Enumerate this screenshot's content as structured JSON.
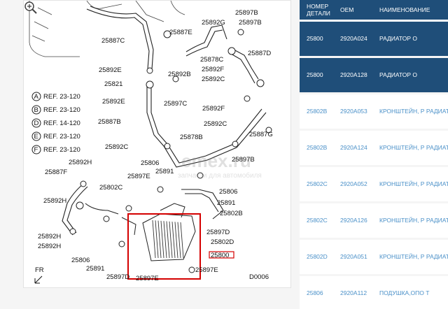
{
  "diagram": {
    "part_labels": [
      "25887C",
      "25897B",
      "25892G",
      "25897B",
      "25887E",
      "25887D",
      "25878C",
      "25892B",
      "25892F",
      "25892E",
      "25892C",
      "25821",
      "25897C",
      "25892E",
      "25892F",
      "25887B",
      "25892C",
      "25887G",
      "25878B",
      "25892C",
      "25897B",
      "25806",
      "25892H",
      "25891",
      "25887F",
      "25897E",
      "25802C",
      "25892H",
      "25806",
      "25891",
      "25802B",
      "25892H",
      "25892H",
      "25897D",
      "25802D",
      "25800",
      "25806",
      "25891",
      "25897E",
      "25897D",
      "25897E"
    ],
    "references": [
      {
        "letter": "A",
        "text": "REF. 23-120"
      },
      {
        "letter": "B",
        "text": "REF. 23-120"
      },
      {
        "letter": "D",
        "text": "REF. 14-120"
      },
      {
        "letter": "E",
        "text": "REF. 23-120"
      },
      {
        "letter": "F",
        "text": "REF. 23-120"
      }
    ],
    "front_label": "FR",
    "diagram_code": "D0006",
    "watermark": "emex.ru",
    "watermark_sub": "запчасти для автомобиля",
    "highlight_color": "#d40000"
  },
  "table": {
    "headers": [
      "НОМЕР ДЕТАЛИ",
      "OEM",
      "НАИМЕНОВАНИЕ"
    ],
    "rows": [
      {
        "number": "25800",
        "oem": "2920A024",
        "name": "РАДИАТОР О",
        "highlight": true
      },
      {
        "number": "25800",
        "oem": "2920A128",
        "name": "РАДИАТОР О",
        "highlight": true
      },
      {
        "number": "25802B",
        "oem": "2920A053",
        "name": "КРОНШТЕЙН, Р РАДИАТ",
        "highlight": false
      },
      {
        "number": "25802B",
        "oem": "2920A124",
        "name": "КРОНШТЕЙН, Р РАДИАТ",
        "highlight": false
      },
      {
        "number": "25802C",
        "oem": "2920A052",
        "name": "КРОНШТЕЙН, Р РАДИАТ",
        "highlight": false
      },
      {
        "number": "25802C",
        "oem": "2920A126",
        "name": "КРОНШТЕЙН, Р РАДИАТ",
        "highlight": false
      },
      {
        "number": "25802D",
        "oem": "2920A051",
        "name": "КРОНШТЕЙН, Р РАДИАТ",
        "highlight": false
      },
      {
        "number": "25806",
        "oem": "2920A112",
        "name": "ПОДУШКА,ОПО Т",
        "highlight": false
      }
    ]
  },
  "colors": {
    "header_bg": "#1f4e79",
    "link": "#4a90c8"
  }
}
